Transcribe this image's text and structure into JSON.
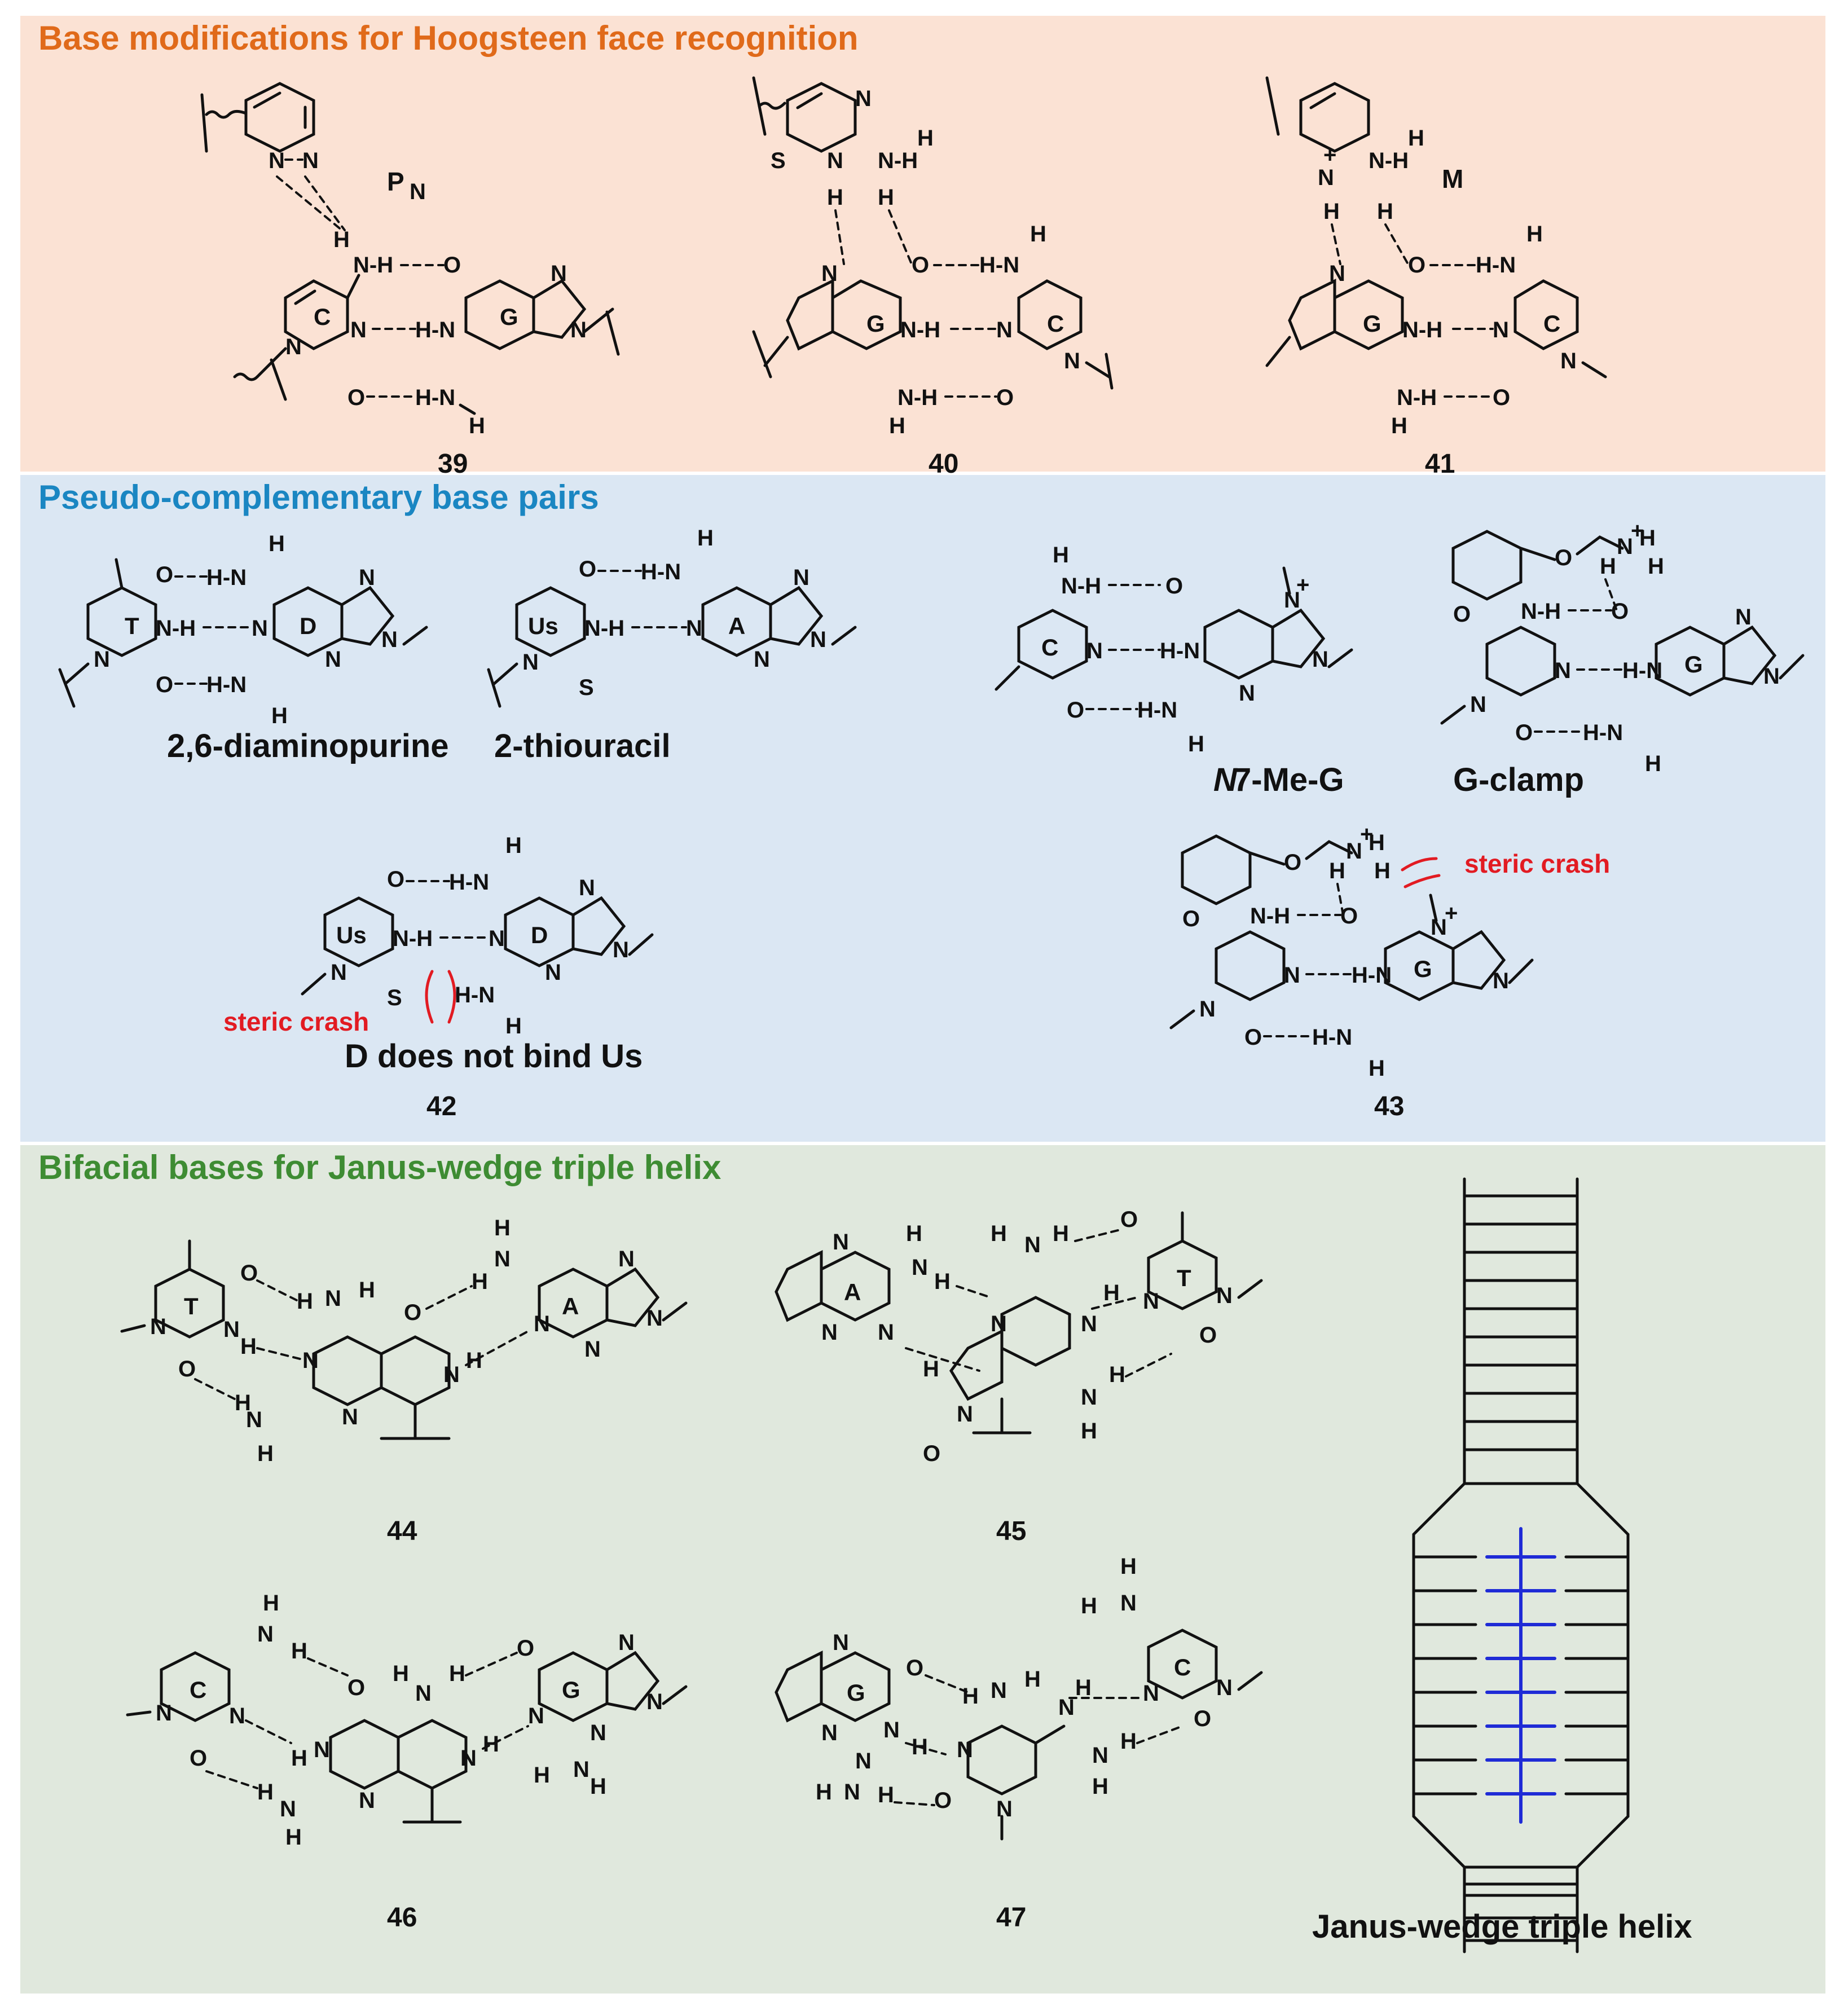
{
  "panels": {
    "p1": {
      "title": "Base modifications for Hoogsteen face recognition"
    },
    "p2": {
      "title": "Pseudo-complementary base pairs"
    },
    "p3": {
      "title": "Bifacial bases for Janus-wedge triple helix"
    }
  },
  "compounds": {
    "c39": {
      "number": "39",
      "label": "P",
      "label_sub": "N",
      "bases": [
        "C",
        "G"
      ]
    },
    "c40": {
      "number": "40",
      "bases": [
        "G",
        "C"
      ]
    },
    "c41": {
      "number": "41",
      "label": "M",
      "bases": [
        "G",
        "C"
      ]
    },
    "pair_td": {
      "caption": "2,6-diaminopurine",
      "bases": [
        "T",
        "D"
      ]
    },
    "pair_usa": {
      "caption": "2-thiouracil",
      "bases": [
        "Us",
        "A"
      ]
    },
    "pair_n7": {
      "caption_italic": "N",
      "caption_rest": "7-Me-G",
      "bases": [
        "C"
      ]
    },
    "pair_gclamp": {
      "caption": "G-clamp",
      "bases": [
        "G"
      ]
    },
    "c42": {
      "number": "42",
      "note_red": "steric crash",
      "note": "D does not bind Us",
      "bases": [
        "Us",
        "D"
      ]
    },
    "c43": {
      "number": "43",
      "note_red": "steric crash",
      "bases": [
        "G"
      ]
    },
    "c44": {
      "number": "44",
      "bases": [
        "T",
        "A"
      ]
    },
    "c45": {
      "number": "45",
      "bases": [
        "A",
        "T"
      ]
    },
    "c46": {
      "number": "46",
      "bases": [
        "C",
        "G"
      ]
    },
    "c47": {
      "number": "47",
      "bases": [
        "G",
        "C"
      ]
    },
    "janus": {
      "caption": "Janus-wedge triple helix"
    }
  },
  "colors": {
    "panel1_bg": "#fbe2d4",
    "panel1_title": "#e06a1a",
    "panel2_bg": "#dbe7f3",
    "panel2_title": "#1a86c2",
    "panel3_bg": "#e0e8dd",
    "panel3_title": "#3e8c33",
    "steric_crash": "#e21b22",
    "wedge_rungs": "#1f2bd6"
  }
}
